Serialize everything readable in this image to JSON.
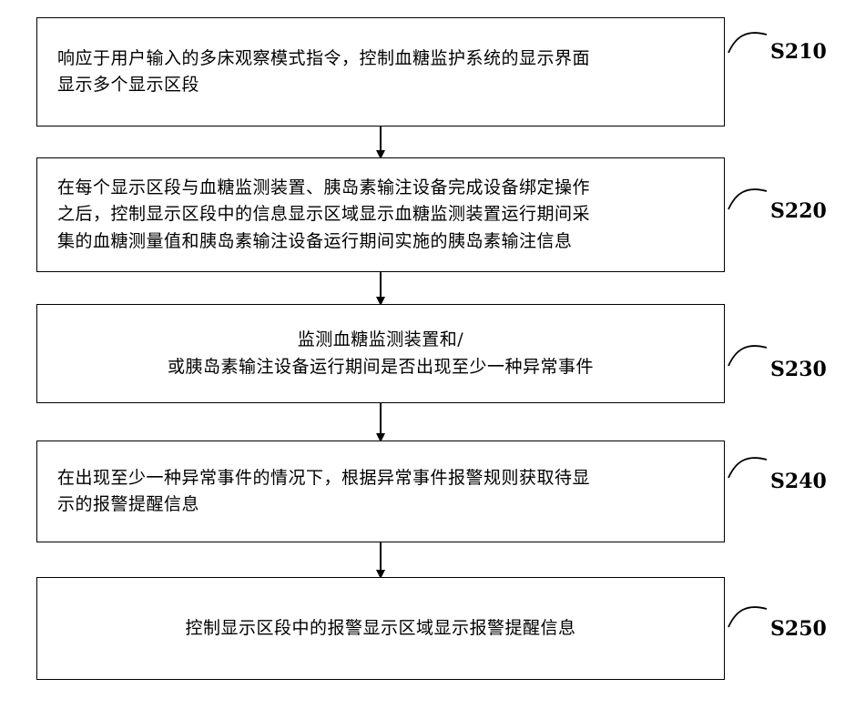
{
  "steps": [
    {
      "id": "S210",
      "label": "S210",
      "lines": [
        "响应于用户输入的多床观察模式指令，控制血糖监护系统的显示界面",
        "显示多个显示区段"
      ]
    },
    {
      "id": "S220",
      "label": "S220",
      "lines": [
        "在每个显示区段与血糖监测装置、胰岛素输注设备完成设备绑定操作",
        "之后，控制显示区段中的信息显示区域显示血糖监测装置运行期间采",
        "集的血糖测量值和胰岛素输注设备运行期间实施的胰岛素输注信息"
      ]
    },
    {
      "id": "S230",
      "label": "S230",
      "lines": [
        "监测血糖监测装置和/",
        "或胰岛素输注设备运行期间是否出现至少一种异常事件"
      ]
    },
    {
      "id": "S240",
      "label": "S240",
      "lines": [
        "在出现至少一种异常事件的情况下，根据异常事件报警规则获取待显",
        "示的报警提醒信息"
      ]
    },
    {
      "id": "S250",
      "label": "S250",
      "lines": [
        "控制显示区段中的报警显示区域显示报警提醒信息"
      ]
    }
  ]
}
